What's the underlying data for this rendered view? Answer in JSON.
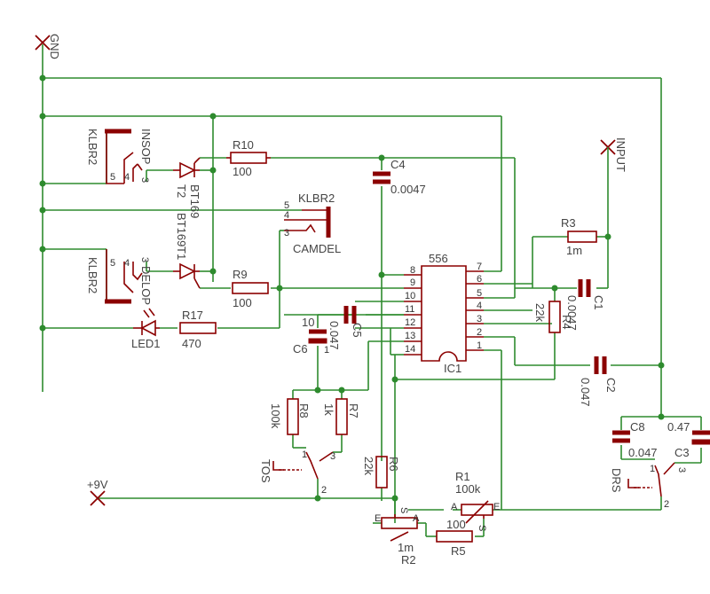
{
  "nets": {
    "gnd": "GND",
    "input": "INPUT",
    "vcc": "+9V"
  },
  "components": {
    "insop": {
      "ref": "INSOP",
      "value": "KLBR2"
    },
    "delop": {
      "ref": "DELOP",
      "value": "KLBR2"
    },
    "camdel": {
      "ref": "CAMDEL",
      "value": "KLBR2"
    },
    "t1": {
      "ref": "T1",
      "value": "BT169"
    },
    "t2": {
      "ref": "T2",
      "value": "BT169"
    },
    "r10": {
      "ref": "R10",
      "value": "100"
    },
    "r9": {
      "ref": "R9",
      "value": "100"
    },
    "r17": {
      "ref": "R17",
      "value": "470"
    },
    "led1": {
      "ref": "LED1"
    },
    "c4": {
      "ref": "C4",
      "value": "0.0047"
    },
    "c6": {
      "ref": "C6",
      "value": "10"
    },
    "c5": {
      "ref": "C5",
      "value": "0.047"
    },
    "ic1": {
      "ref": "IC1",
      "value": "556"
    },
    "r3": {
      "ref": "R3",
      "value": "1m"
    },
    "r4": {
      "ref": "R4",
      "value": "22k"
    },
    "c1": {
      "ref": "C1",
      "value": "0.0047"
    },
    "c2": {
      "ref": "C2",
      "value": "0.047"
    },
    "r8": {
      "ref": "R8",
      "value": "100k"
    },
    "r7": {
      "ref": "R7",
      "value": "1k"
    },
    "r6": {
      "ref": "R6",
      "value": "22k"
    },
    "tos": {
      "ref": "TOS"
    },
    "drs": {
      "ref": "DRS"
    },
    "r1": {
      "ref": "R1",
      "value": "100k"
    },
    "r2": {
      "ref": "R2",
      "value": "1m"
    },
    "r5": {
      "ref": "R5",
      "value": "100"
    },
    "c8": {
      "ref": "C8",
      "value": "0.047"
    },
    "c3": {
      "ref": "C3",
      "value": "0.47"
    }
  },
  "ic_pins": {
    "left": [
      "8",
      "9",
      "10",
      "11",
      "12",
      "13",
      "14"
    ],
    "right": [
      "7",
      "6",
      "5",
      "4",
      "3",
      "2",
      "1"
    ]
  },
  "pin_labels": {
    "p1": "1",
    "p2": "2",
    "p3": "3",
    "p4": "4",
    "p5": "5",
    "e": "E",
    "a": "A",
    "s": "S"
  }
}
